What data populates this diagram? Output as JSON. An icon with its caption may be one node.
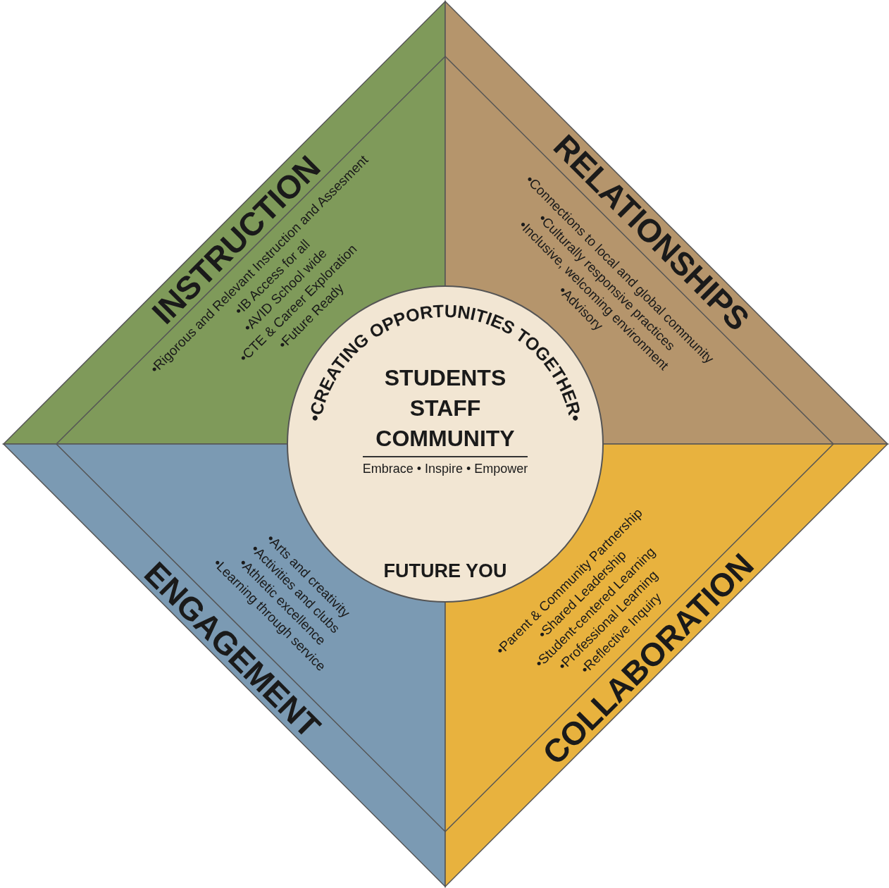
{
  "diagram": {
    "nodes": [
      {
        "text": [
          "INSTRUCTION",
          "•Rigorous and Relevant Instruction and Assesment",
          "•IB Access for all",
          "•AVID School wide",
          "•CTE & Career Exploration",
          "•Future Ready"
        ]
      },
      {
        "text": [
          "RELATIONSHIPS",
          "•Connections to local and global community",
          "•Culturally responsive practices",
          "•Inclusive, welcoming environment",
          "•Advisory"
        ]
      },
      {
        "text": [
          "ENGAGEMENT",
          "•Arts and creativity",
          "•Activities and clubs",
          "•Athletic excellence",
          "•Learning through service"
        ]
      },
      {
        "text": [
          "COLLABORATION",
          "•Parent & Community Partnership",
          "•Shared Leadership",
          "•Student-centered Learning",
          "•Professional Learning",
          "•Reflective Inquiry"
        ]
      },
      {
        "text": [
          "•CREATING OPPORTUNITIES TOGETHER•",
          "STUDENTS STAFF COMMUNITY",
          "Embrace • Inspire • Empower",
          "FUTURE YOU"
        ]
      }
    ]
  }
}
